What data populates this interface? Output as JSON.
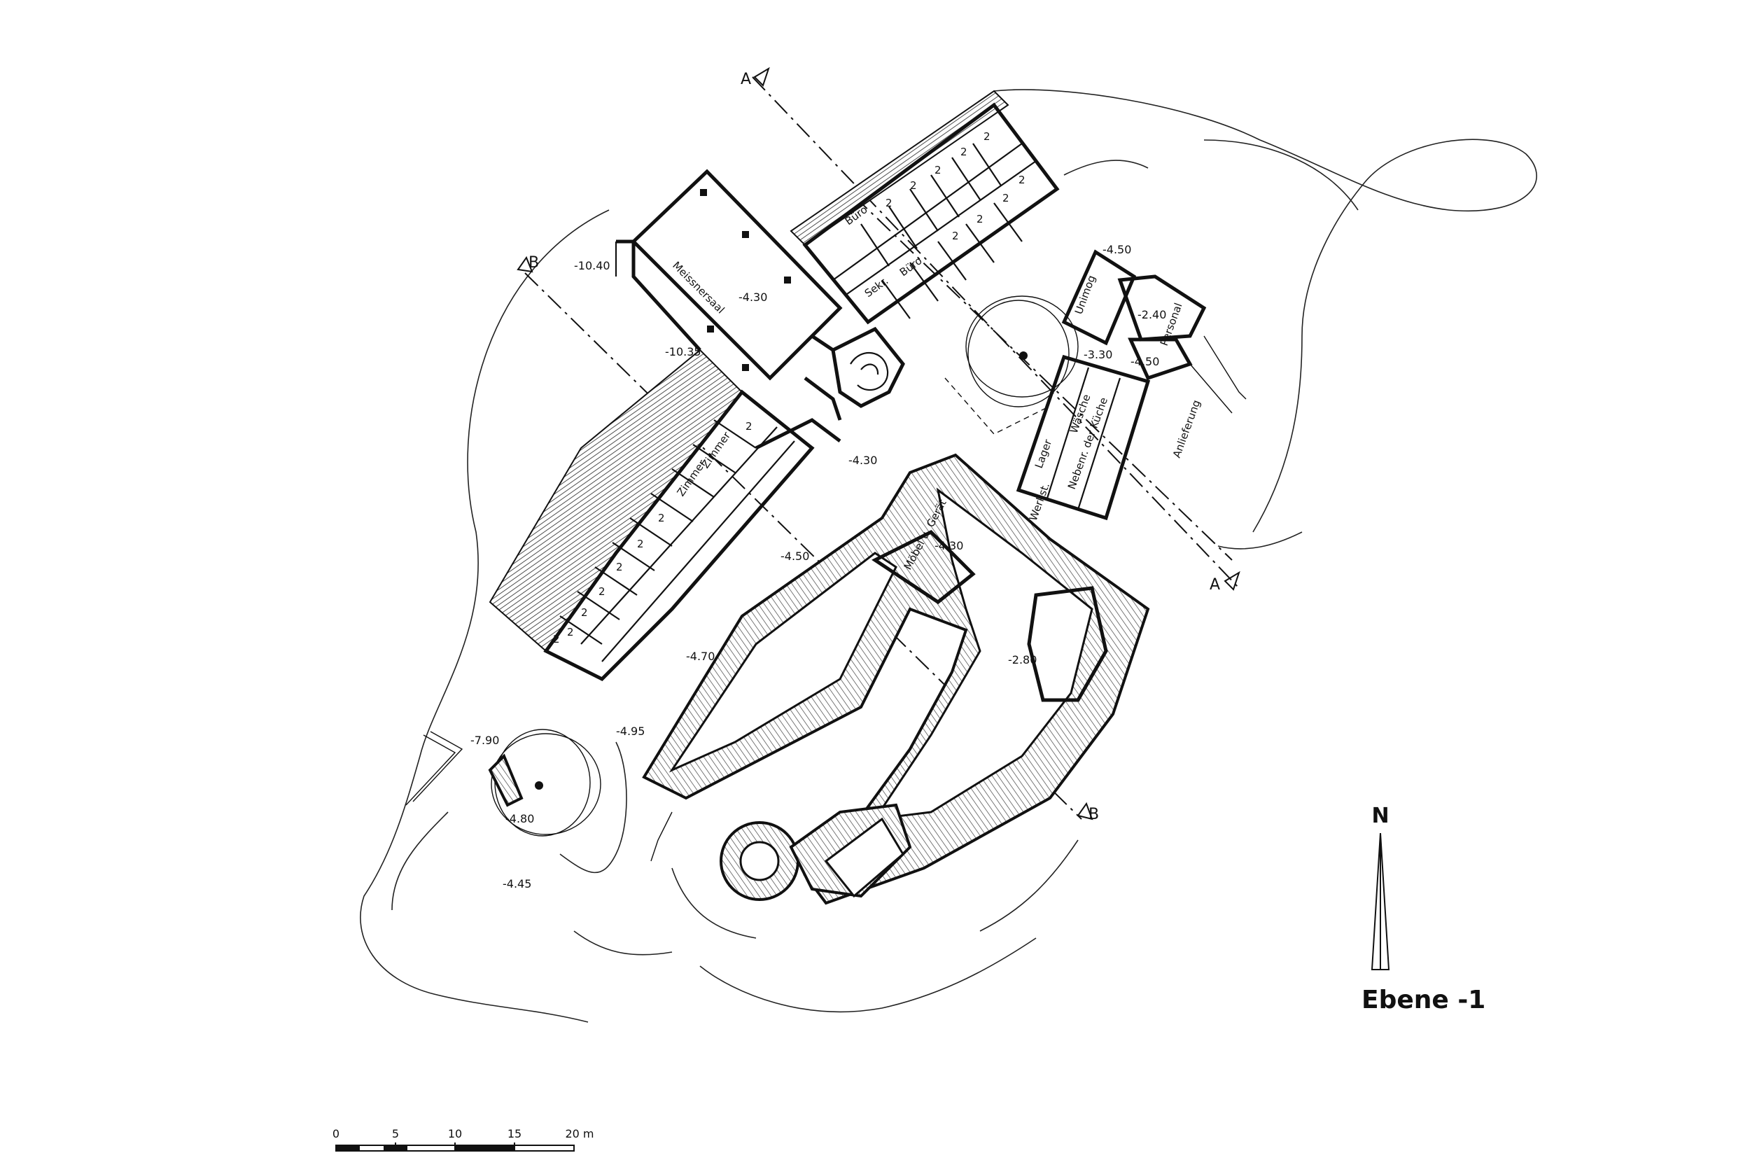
{
  "title": "Ebene -1",
  "north_label": "N",
  "scale": {
    "ticks": [
      "0",
      "5",
      "10",
      "15",
      "20 m"
    ]
  },
  "sections": {
    "a_top": "A",
    "a_bottom": "A",
    "b_top": "B",
    "b_bottom": "B"
  },
  "rooms": {
    "meissnersaal": "Meissnersaal",
    "buero_1": "Büro",
    "buero_2": "Büro",
    "sekr": "Sekr.",
    "unimog": "Unimog",
    "personal": "Personal",
    "waesche": "Wäsche",
    "lager": "Lager",
    "nebenr_kueche": "Nebenr. der Küche",
    "anlieferung": "Anlieferung",
    "werkst": "Werkst.",
    "moebel": "Möbel u. Gerät",
    "zimmer_1": "Zimmer",
    "zimmer_2": "Zimmer"
  },
  "room_counts": [
    "2",
    "2",
    "2",
    "2",
    "2",
    "2",
    "2",
    "2",
    "2",
    "2",
    "2",
    "2",
    "2",
    "2",
    "2",
    "2",
    "2"
  ],
  "levels": {
    "l1": "-10.40",
    "l2": "-4.30",
    "l3": "-10.35",
    "l4": "-4.30",
    "l5": "-4.50",
    "l6": "-4.70",
    "l7": "-4.95",
    "l8": "-7.90",
    "l9": "-4.80",
    "l10": "-4.45",
    "l11": "-4.30",
    "l12": "-2.80",
    "l13": "-4.50",
    "l14": "-2.40",
    "l15": "-3.30",
    "l16": "-4.50"
  }
}
